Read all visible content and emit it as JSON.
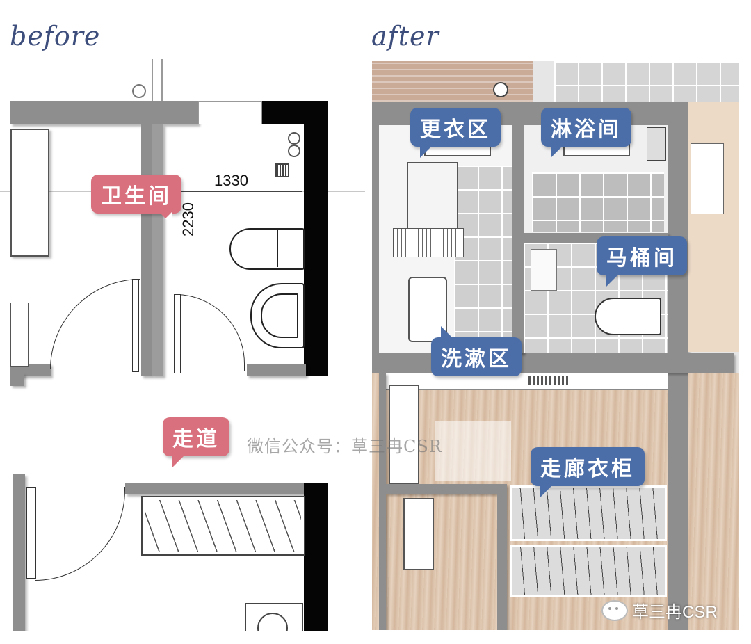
{
  "headings": {
    "before": "before",
    "after": "after"
  },
  "before_plan": {
    "bathroom_label": "卫生间",
    "corridor_label": "走道",
    "dim_width": "1330",
    "dim_height": "2230"
  },
  "after_plan": {
    "dressing_label": "更衣区",
    "shower_label": "淋浴间",
    "toilet_label": "马桶间",
    "washing_label": "洗漱区",
    "wardrobe_label": "走廊衣柜"
  },
  "watermarks": {
    "center": "微信公众号：草三冉CSR",
    "corner": "草三冉CSR"
  },
  "colors": {
    "wall": "#8e8e8e",
    "pink_callout": "#d9707d",
    "blue_callout": "#4c6ea8",
    "heading": "#3d4e7c"
  }
}
